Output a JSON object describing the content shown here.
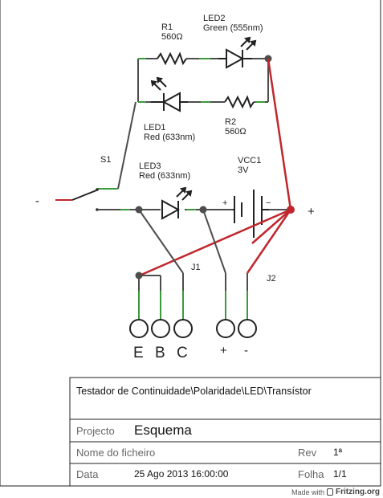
{
  "components": {
    "r1": {
      "ref": "R1",
      "value": "560Ω"
    },
    "r2": {
      "ref": "R2",
      "value": "560Ω"
    },
    "led1": {
      "ref": "LED1",
      "value": "Red (633nm)"
    },
    "led2": {
      "ref": "LED2",
      "value": "Green (555nm)"
    },
    "led3": {
      "ref": "LED3",
      "value": "Red (633nm)"
    },
    "vcc1": {
      "ref": "VCC1",
      "value": "3V"
    },
    "s1": {
      "ref": "S1"
    },
    "j1": {
      "ref": "J1"
    },
    "j2": {
      "ref": "J2"
    }
  },
  "signs": {
    "minus_left": "-",
    "plus_right": "+",
    "battery_plus": "+",
    "battery_minus": "−"
  },
  "pins": {
    "e": "E",
    "b": "B",
    "c": "C",
    "plus": "+",
    "minus": "-"
  },
  "title_block": {
    "title": "Testador de Continuidade\\Polaridade\\LED\\Transístor",
    "project_label": "Projecto",
    "project_value": "Esquema",
    "filename_label": "Nome do ficheiro",
    "rev_label": "Rev",
    "rev_value": "1ª",
    "date_label": "Data",
    "date_value": "25 Ago 2013 16:00:00",
    "sheet_label": "Folha",
    "sheet_value": "1/1"
  },
  "footer": {
    "made_with": "Made with",
    "brand": "Fritzing.org"
  },
  "colors": {
    "wire": "#4d4d4d",
    "wire_red": "#c0272d",
    "pin_green": "#3b9a3b"
  }
}
